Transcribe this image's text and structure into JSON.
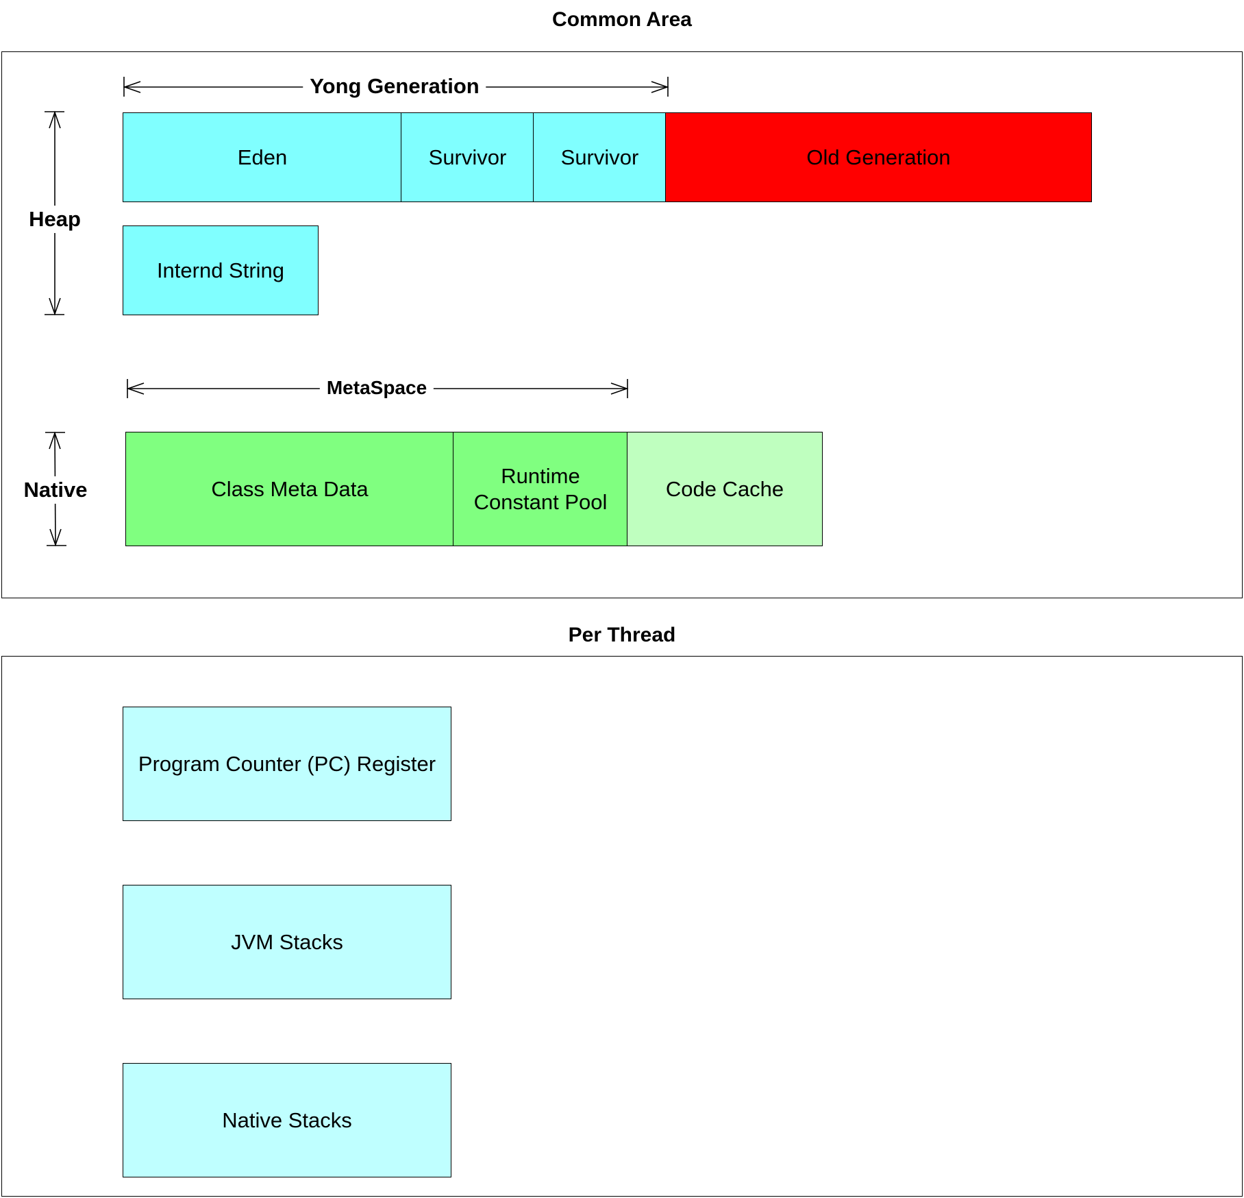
{
  "common_area": {
    "title": "Common Area",
    "heap": {
      "label": "Heap",
      "young_generation": {
        "label": "Yong Generation",
        "regions": [
          {
            "label": "Eden",
            "color": "#80FFFF"
          },
          {
            "label": "Survivor",
            "color": "#80FFFF"
          },
          {
            "label": "Survivor",
            "color": "#80FFFF"
          }
        ]
      },
      "old_generation": {
        "label": "Old Generation",
        "color": "#FF0000"
      },
      "interned_string": {
        "label": "Internd String",
        "color": "#80FFFF"
      }
    },
    "native": {
      "label": "Native",
      "metaspace": {
        "label": "MetaSpace",
        "regions": [
          {
            "label": "Class Meta Data",
            "color": "#80FF80"
          },
          {
            "label": "Runtime\nConstant Pool",
            "color": "#80FF80"
          }
        ]
      },
      "code_cache": {
        "label": "Code Cache",
        "color": "#BFFFBF"
      }
    }
  },
  "per_thread": {
    "title": "Per Thread",
    "regions": [
      {
        "label": "Program Counter (PC) Register",
        "color": "#BFFFFF"
      },
      {
        "label": "JVM Stacks",
        "color": "#BFFFFF"
      },
      {
        "label": "Native Stacks",
        "color": "#BFFFFF"
      }
    ]
  }
}
